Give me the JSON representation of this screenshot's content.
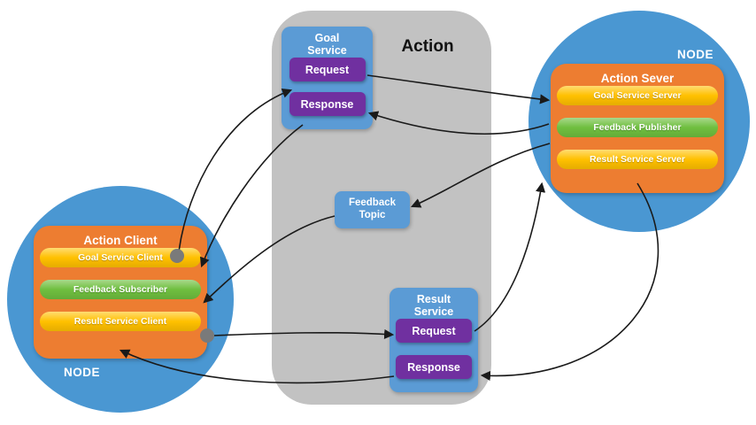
{
  "colors": {
    "node_blue": "#4a97d2",
    "panel_gray": "#c2c2c2",
    "service_blue": "#5b9bd5",
    "button_purple": "#7030a0",
    "box_orange": "#ed7d31",
    "pill_yellow": "#ffc000",
    "pill_green": "#6fbf3f",
    "dot_gray": "#7a7a7a",
    "arrow_black": "#1a1a1a"
  },
  "panel": {
    "title": "Action"
  },
  "goal_service": {
    "title": "Goal Service",
    "request_label": "Request",
    "response_label": "Response"
  },
  "feedback_topic": {
    "title": "Feedback Topic"
  },
  "result_service": {
    "title": "Result Service",
    "request_label": "Request",
    "response_label": "Response"
  },
  "server_node": {
    "node_label": "NODE",
    "title": "Action Sever",
    "items": [
      {
        "label": "Goal Service Server"
      },
      {
        "label": "Feedback Publisher"
      },
      {
        "label": "Result Service Server"
      }
    ]
  },
  "client_node": {
    "node_label": "NODE",
    "title": "Action Client",
    "items": [
      {
        "label": "Goal Service Client"
      },
      {
        "label": "Feedback Subscriber"
      },
      {
        "label": "Result Service Client"
      }
    ]
  }
}
